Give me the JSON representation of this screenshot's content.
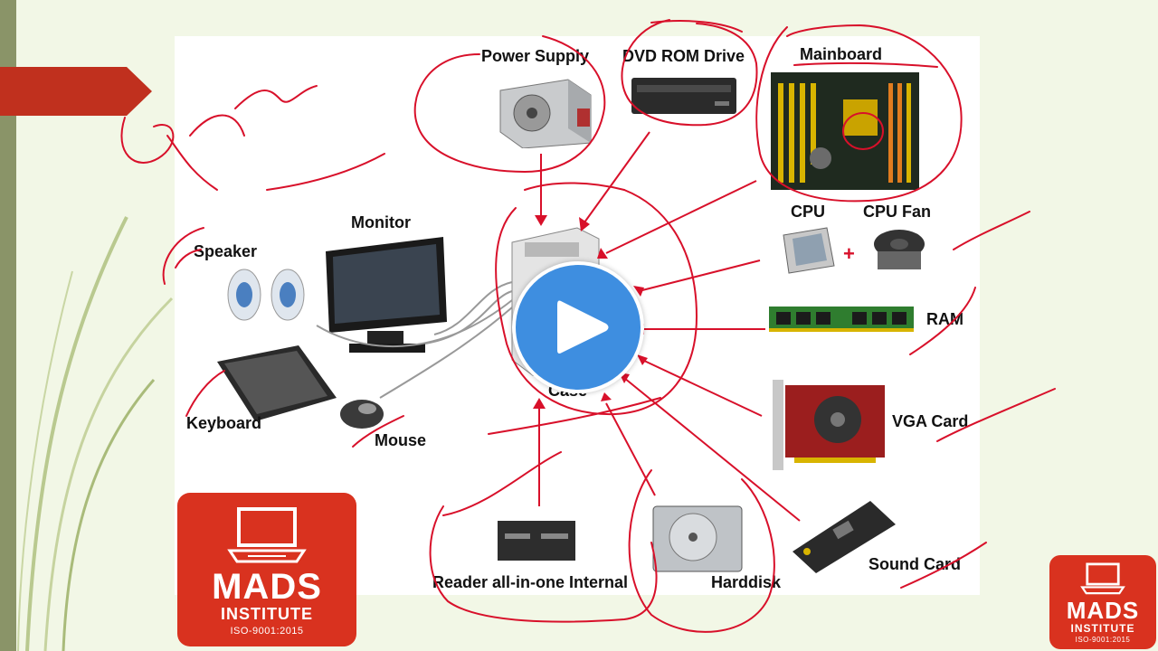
{
  "labels": {
    "power_supply": "Power Supply",
    "dvd_rom": "DVD ROM Drive",
    "mainboard": "Mainboard",
    "cpu": "CPU",
    "cpu_fan": "CPU Fan",
    "plus": "+",
    "ram": "RAM",
    "vga_card": "VGA Card",
    "sound_card": "Sound Card",
    "harddisk": "Harddisk",
    "reader": "Reader all-in-one Internal",
    "case": "Case",
    "monitor": "Monitor",
    "speaker": "Speaker",
    "keyboard": "Keyboard",
    "mouse": "Mouse"
  },
  "logo": {
    "name": "MADS",
    "sub": "INSTITUTE",
    "iso": "ISO-9001:2015"
  },
  "colors": {
    "accent_red": "#d9321f",
    "annotation_red": "#d8102a",
    "play_blue": "#3e8ee0"
  }
}
